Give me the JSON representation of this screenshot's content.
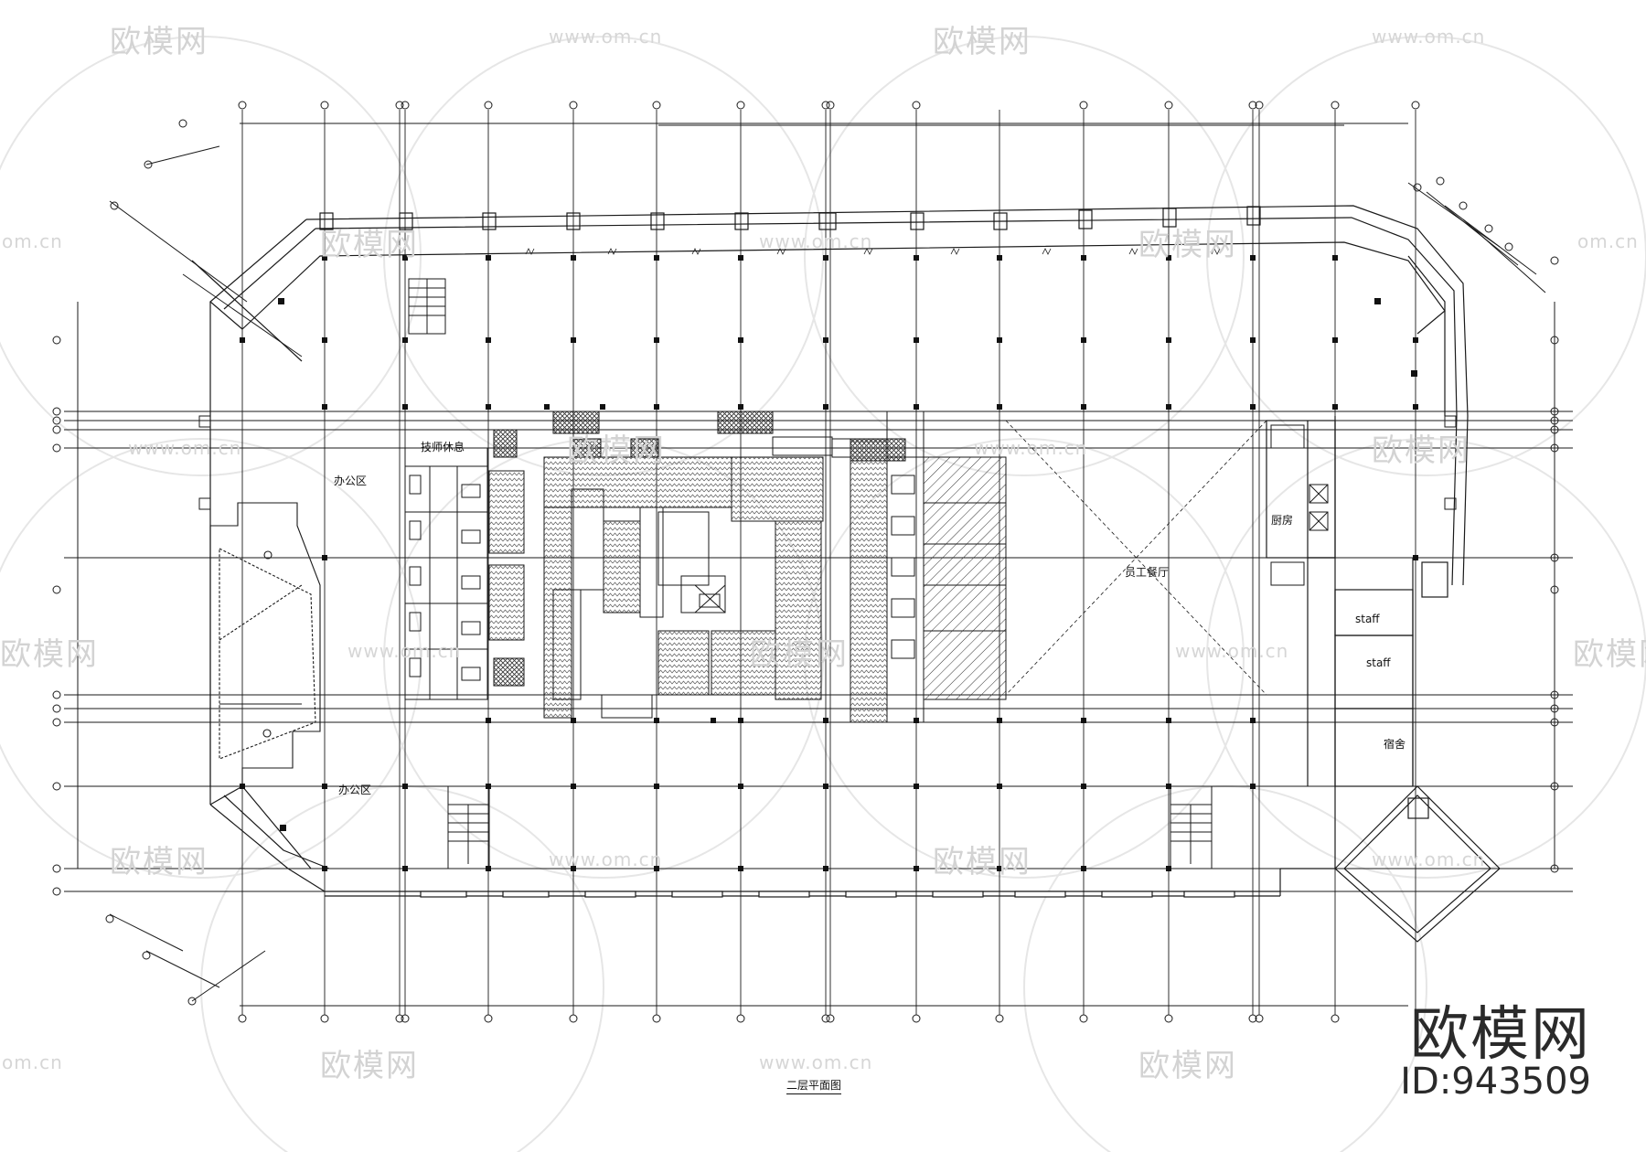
{
  "drawing": {
    "title": "二层平面图",
    "rooms": {
      "office_1": "办公区",
      "office_2": "办公区",
      "staff_rest": "技师休息",
      "staff_canteen": "员工餐厅",
      "kitchen": "厨房",
      "staff_room_1": "staff",
      "staff_room_2": "staff",
      "dormitory": "宿舍"
    }
  },
  "watermark": {
    "logo_text": "欧模网",
    "url_text": "www.om.cn",
    "edge_url_text": "om.cn",
    "brand": "欧模网",
    "id_text": "ID:943509"
  },
  "colors": {
    "line": "#1a1a1a",
    "watermark": "#d3d3d3",
    "brand": "#2a2a2a"
  }
}
